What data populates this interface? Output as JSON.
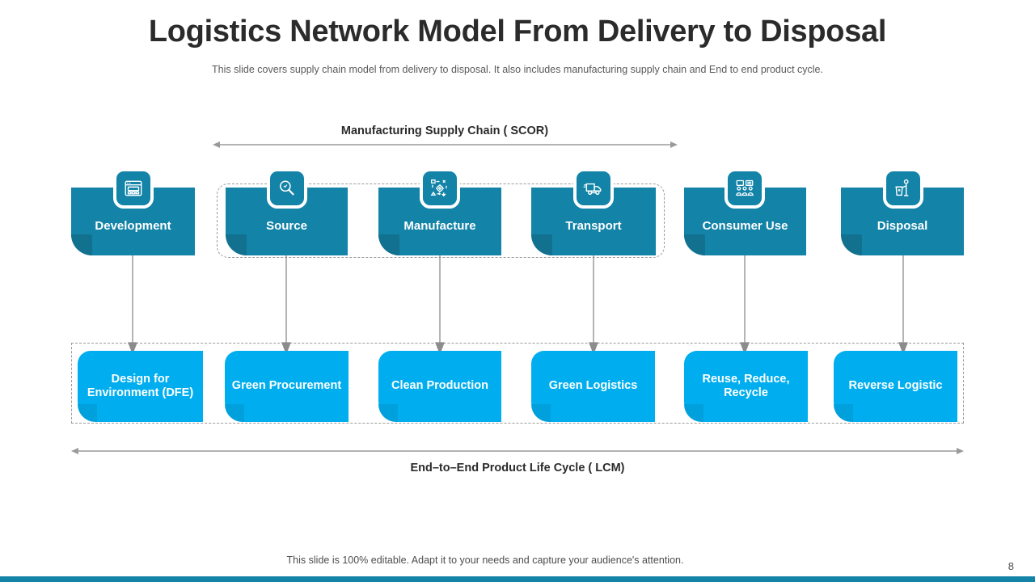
{
  "header": {
    "title": "Logistics Network Model From Delivery to Disposal",
    "subtitle": "This slide covers supply chain model from delivery to disposal. It also includes manufacturing supply chain and End to end product cycle."
  },
  "bands": {
    "top_label": "Manufacturing Supply Chain (  SCOR)",
    "bottom_label": "End–to–End Product Life Cycle ( LCM)"
  },
  "colors": {
    "top_box": "#1383a8",
    "bottom_box": "#00aeef",
    "dashed": "#9b9b9b",
    "connector": "#8c8c8c",
    "footer_bar": "#1383a8",
    "title_text": "#2b2b2b"
  },
  "stages": [
    {
      "label": "Development",
      "icon": "window-design-icon",
      "practice": "Design for Environment (DFE)",
      "in_scor": false
    },
    {
      "label": "Source",
      "icon": "magnifier-icon",
      "practice": "Green Procurement",
      "in_scor": true
    },
    {
      "label": "Manufacture",
      "icon": "process-gear-icon",
      "practice": "Clean Production",
      "in_scor": true
    },
    {
      "label": "Transport",
      "icon": "truck-icon",
      "practice": "Green Logistics",
      "in_scor": true
    },
    {
      "label": "Consumer Use",
      "icon": "audience-people-icon",
      "practice": "Reuse, Reduce, Recycle",
      "in_scor": false
    },
    {
      "label": "Disposal",
      "icon": "person-trash-icon",
      "practice": "Reverse Logistic",
      "in_scor": false
    }
  ],
  "footer": {
    "note": "This slide is 100% editable. Adapt it to your needs and capture your audience's attention.",
    "page_number": "8"
  }
}
